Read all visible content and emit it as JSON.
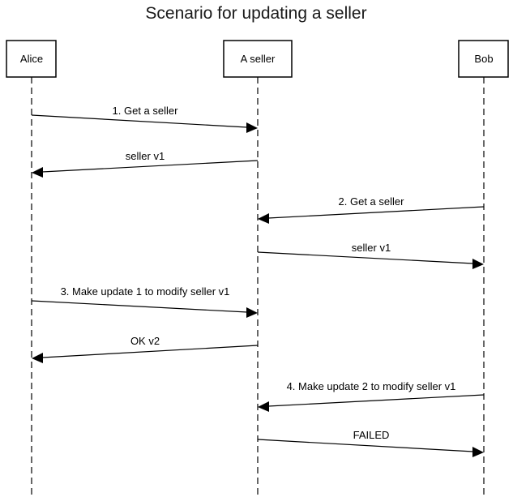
{
  "title": "Scenario for updating a seller",
  "actors": [
    {
      "id": "alice",
      "label": "Alice"
    },
    {
      "id": "seller",
      "label": "A seller"
    },
    {
      "id": "bob",
      "label": "Bob"
    }
  ],
  "messages": [
    {
      "from": "alice",
      "to": "seller",
      "label": "1. Get a seller"
    },
    {
      "from": "seller",
      "to": "alice",
      "label": "seller v1"
    },
    {
      "from": "bob",
      "to": "seller",
      "label": "2. Get a seller"
    },
    {
      "from": "seller",
      "to": "bob",
      "label": "seller v1"
    },
    {
      "from": "alice",
      "to": "seller",
      "label": "3. Make update 1 to modify seller v1"
    },
    {
      "from": "seller",
      "to": "alice",
      "label": "OK v2"
    },
    {
      "from": "bob",
      "to": "seller",
      "label": "4. Make update 2 to modify seller v1"
    },
    {
      "from": "seller",
      "to": "bob",
      "label": "FAILED"
    }
  ]
}
